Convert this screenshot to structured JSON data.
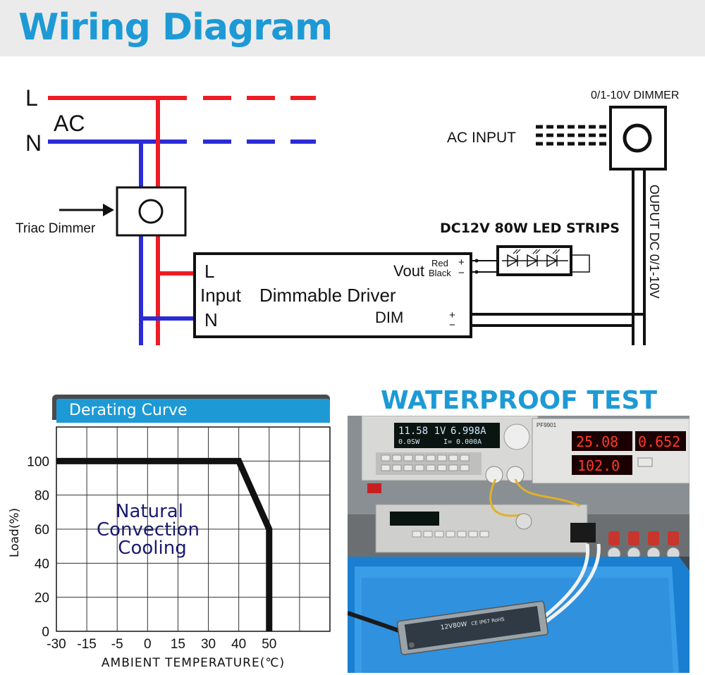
{
  "header": {
    "title": "Wiring Diagram"
  },
  "wiring": {
    "line_l": "L",
    "line_n": "N",
    "ac": "AC",
    "triac_dimmer": "Triac Dimmer",
    "driver": {
      "l": "L",
      "input": "Input",
      "name": "Dimmable Driver",
      "n": "N",
      "vout": "Vout",
      "red": "Red",
      "black": "Black",
      "plus_top": "+",
      "minus_top": "−",
      "dim": "DIM",
      "dim_plus": "+",
      "dim_minus": "−"
    },
    "led_strips": "DC12V 80W LED STRIPS",
    "dimmer_label": "0/1-10V  DIMMER",
    "ac_input": "AC  INPUT",
    "output_label": "OUPUT DC 0/1-10V"
  },
  "derating": {
    "title": "Derating Curve",
    "annotation": [
      "Natural",
      "Convection",
      "Cooling"
    ]
  },
  "chart_data": {
    "type": "line",
    "title": "Derating Curve",
    "xlabel": "AMBIENT TEMPERATURE(℃)",
    "ylabel": "Load(%)",
    "xticks": [
      "-30",
      "-15",
      "-5",
      "0",
      "15",
      "30",
      "40",
      "50"
    ],
    "yticks": [
      "0",
      "20",
      "40",
      "60",
      "80",
      "100"
    ],
    "ylim": [
      0,
      120
    ],
    "grid": true,
    "series": [
      {
        "x": [
          "-30",
          "40",
          "50",
          "50"
        ],
        "y": [
          100,
          100,
          60,
          0
        ]
      }
    ]
  },
  "waterproof": {
    "title": "WATERPROOF TEST"
  },
  "photo": {
    "meter1": "11.58 1V",
    "meter2": "6.998A",
    "meter3": "0.0SW",
    "meter4": "I= 0.000A",
    "pf_label": "PF9901",
    "pf_v": "25.08",
    "pf_a": "0.652",
    "pf_w": "102.0",
    "driver_label": "12V80W",
    "driver_mark": "CE IP67 RoHS"
  },
  "colors": {
    "live": "#ee1c25",
    "neutral": "#2b2bd6",
    "accent": "#1d9ad6"
  }
}
